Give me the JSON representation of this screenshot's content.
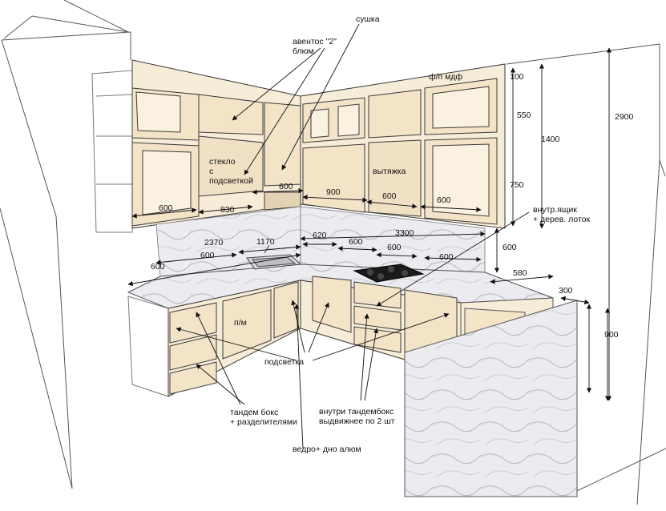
{
  "dimensions": {
    "d_100": "100",
    "d_550": "550",
    "d_1400": "1400",
    "d_2900": "2900",
    "d_750": "750",
    "d_600_right_vertical": "600",
    "d_580": "580",
    "d_300": "300",
    "d_900_height": "900",
    "d_3300": "3300",
    "d_600_upper_left": "600",
    "d_830": "830",
    "d_600_upper_mid": "600",
    "d_900_upper": "900",
    "d_600_upper_right_a": "600",
    "d_600_upper_right_b": "600",
    "d_2370": "2370",
    "d_600_base_left_a": "600",
    "d_1170": "1170",
    "d_620": "620",
    "d_600_base_mid_a": "600",
    "d_600_base_mid_b": "600",
    "d_600_base_right": "600",
    "d_600_base_left_b": "600"
  },
  "annotations": {
    "aventos_line1": "авентос \"2\"",
    "aventos_line2": "блюм",
    "sushka": "сушка",
    "fp_mdf": "ф/п мдф",
    "steklo_line1": "стекло",
    "steklo_line2": "с",
    "steklo_line3": "подсветкой",
    "vytyazhka": "вытяжка",
    "vnutr_line1": "внутр.ящик",
    "vnutr_line2": "+ дерев. лоток",
    "pm": "п/м",
    "podsvetka": "подсветка",
    "tandem_line1": "тандем бокс",
    "tandem_line2": "+ разделителями",
    "vnutri_line1": "внутри тандембокс",
    "vnutri_line2": "выдвижнее по 2 шт",
    "vedro": "ведро+ дно алюм"
  },
  "colors": {
    "cabinet_fill": "#f7ecd7",
    "marble": "#e9e9ee",
    "outline": "#3a3a3a",
    "wall_line": "#555555"
  }
}
